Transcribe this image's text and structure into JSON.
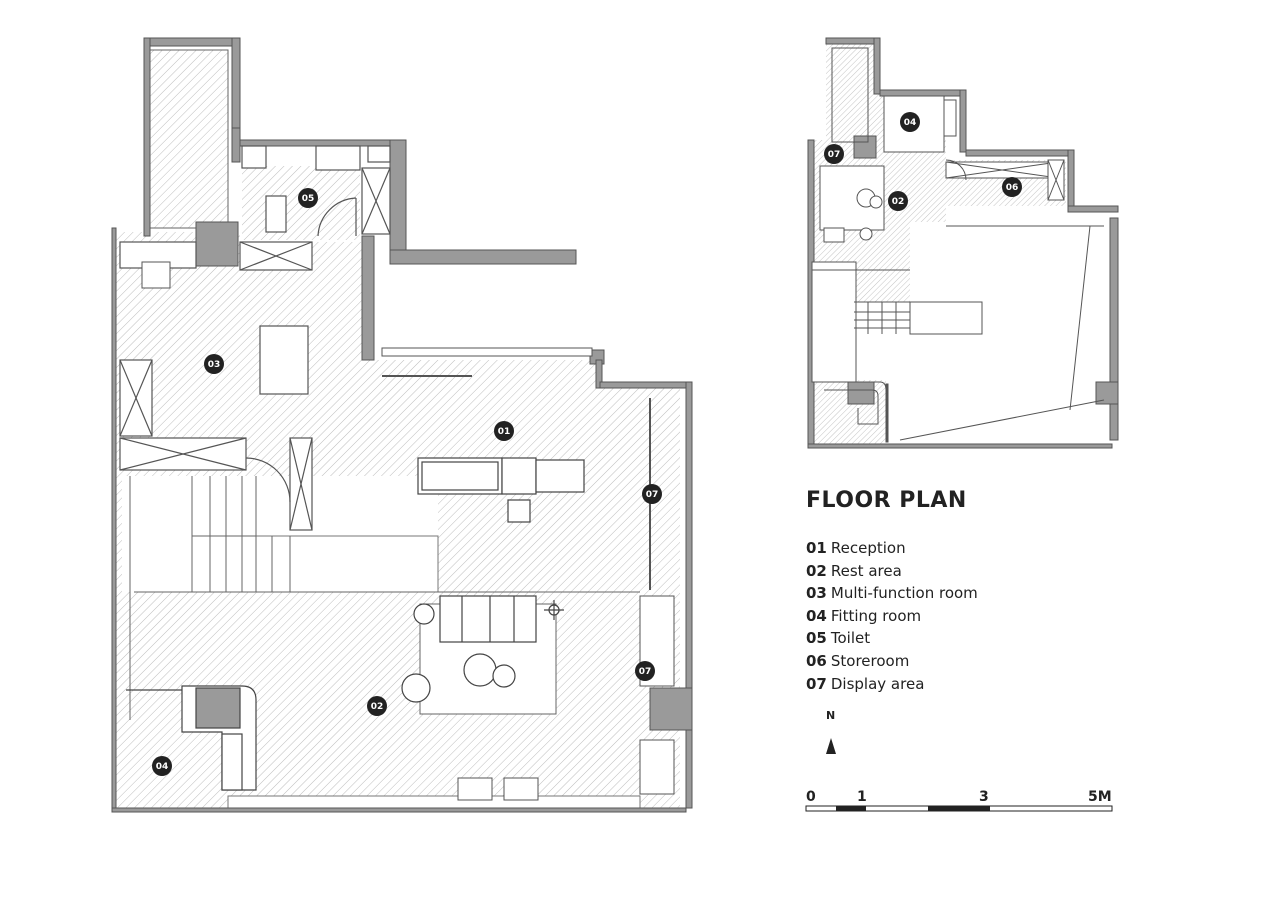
{
  "title": "FLOOR PLAN",
  "legend": [
    {
      "num": "01",
      "label": "Reception"
    },
    {
      "num": "02",
      "label": "Rest area"
    },
    {
      "num": "03",
      "label": "Multi-function room"
    },
    {
      "num": "04",
      "label": "Fitting room"
    },
    {
      "num": "05",
      "label": "Toilet"
    },
    {
      "num": "06",
      "label": "Storeroom"
    },
    {
      "num": "07",
      "label": "Display area"
    }
  ],
  "north": "N",
  "scale": {
    "labels": [
      "0",
      "1",
      "3",
      "5M"
    ]
  },
  "main_plan_markers": [
    "01",
    "02",
    "03",
    "04",
    "05",
    "07",
    "07"
  ],
  "mini_plan_markers": [
    "04",
    "07",
    "02",
    "06"
  ],
  "colors": {
    "wall": "#9a9a9a",
    "hatch": "#bdbdbd",
    "line": "#555555",
    "marker": "#222222"
  }
}
